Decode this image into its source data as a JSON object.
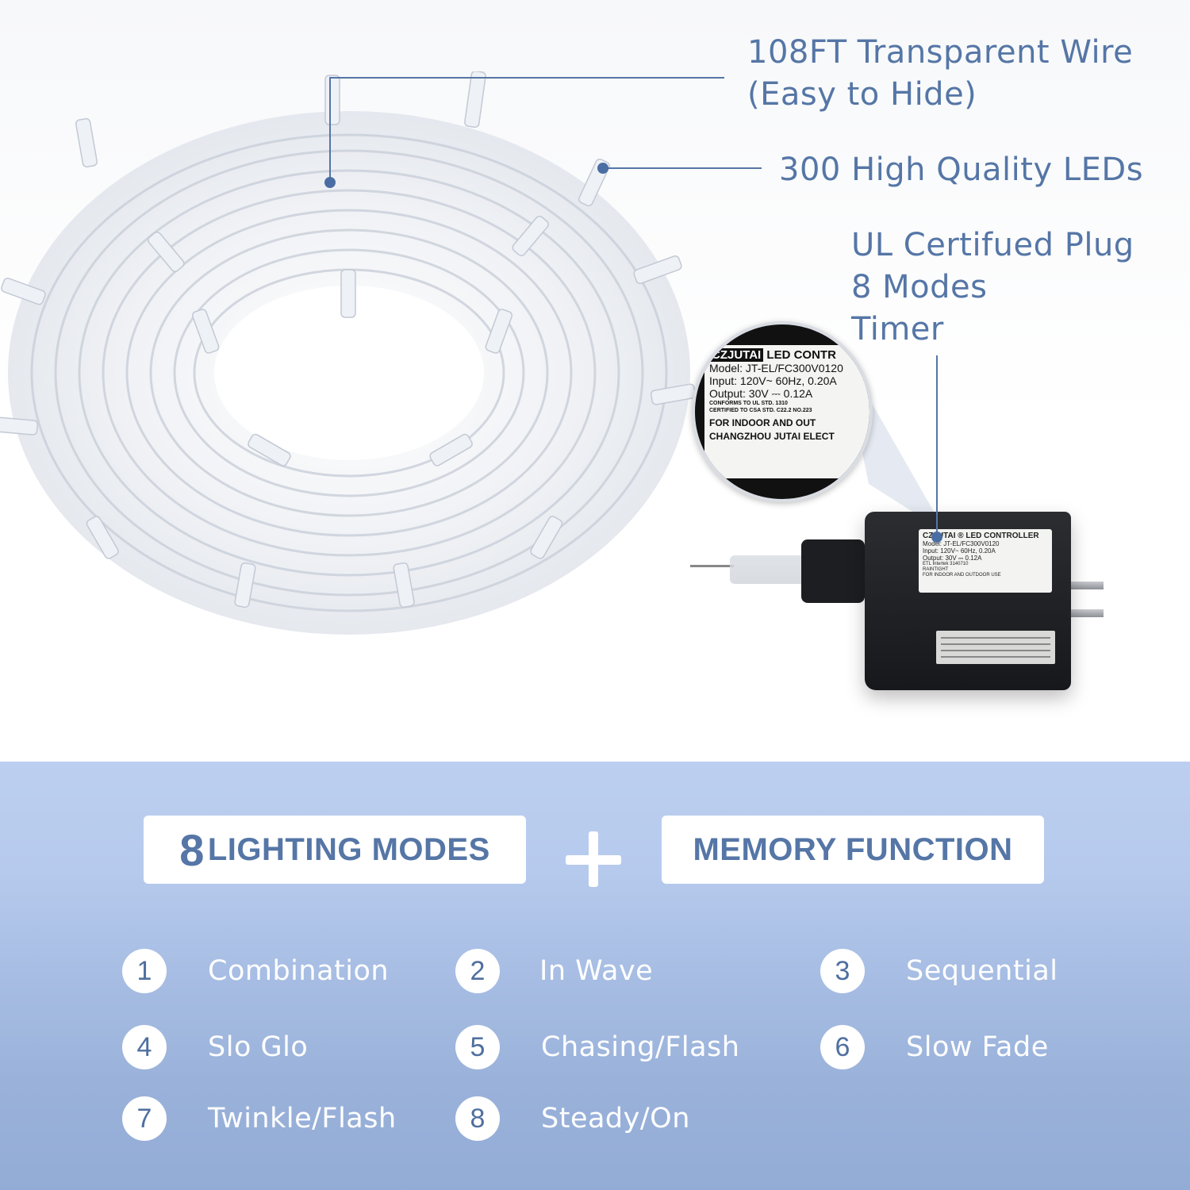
{
  "callouts": {
    "wire_line1": "108FT Transparent Wire",
    "wire_line2": "(Easy to Hide)",
    "leds": "300 High Quality LEDs",
    "plug_line1": "UL Certifued Plug",
    "plug_line2": "8 Modes",
    "plug_line3": "Timer"
  },
  "controller_label_zoom": {
    "brand": "CZJUTAI",
    "title": "LED CONTR",
    "model": "Model: JT-EL/FC300V0120",
    "input": "Input: 120V~ 60Hz, 0.20A",
    "output": "Output: 30V ⎓ 0.12A",
    "conforms": "CONFORMS TO UL STD. 1310",
    "certified": "CERTIFIED TO CSA STD. C22.2 NO.223",
    "footer1": "FOR INDOOR AND OUT",
    "footer2": "CHANGZHOU JUTAI ELECT"
  },
  "controller_label": {
    "title": "CZJUTAI ® LED CONTROLLER",
    "model": "Model: JT-EL/FC300V0120",
    "input": "Input: 120V~ 60Hz, 0.20A",
    "output": "Output: 30V ⎓ 0.12A",
    "cert": "ETL Intertek 3140710",
    "raintight": "RAINTIGHT",
    "footer": "FOR INDOOR AND OUTDOOR USE"
  },
  "features": {
    "left_number": "8",
    "left_text": "LIGHTING MODES",
    "plus_icon": "plus-icon",
    "right_text": "MEMORY FUNCTION"
  },
  "modes": [
    {
      "num": "1",
      "label": "Combination"
    },
    {
      "num": "2",
      "label": "In Wave"
    },
    {
      "num": "3",
      "label": "Sequential"
    },
    {
      "num": "4",
      "label": "Slo Glo"
    },
    {
      "num": "5",
      "label": "Chasing/Flash"
    },
    {
      "num": "6",
      "label": "Slow Fade"
    },
    {
      "num": "7",
      "label": "Twinkle/Flash"
    },
    {
      "num": "8",
      "label": "Steady/On"
    }
  ],
  "colors": {
    "accent_text": "#5576a6",
    "panel_top": "#bccff0",
    "panel_bottom": "#93acd6",
    "pill_bg": "#ffffff"
  }
}
